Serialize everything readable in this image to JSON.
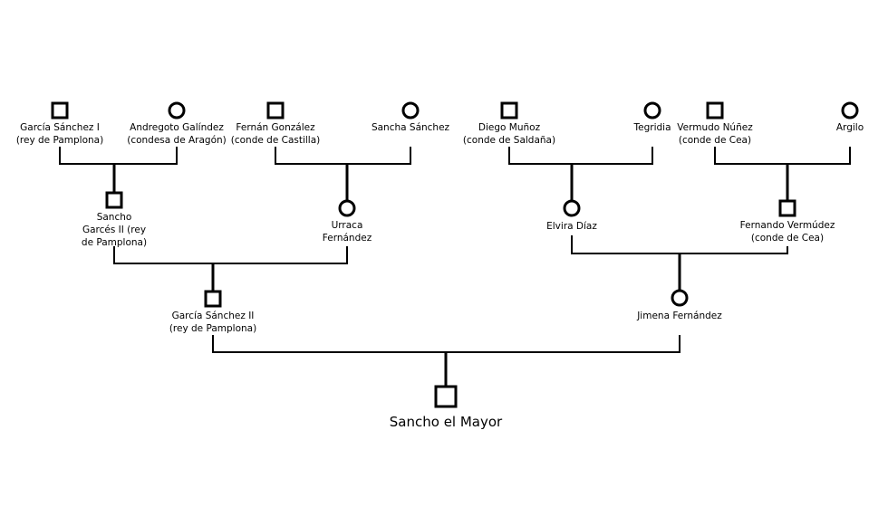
{
  "diagram": {
    "people": {
      "garcia_sanchez_i": {
        "name": "García Sánchez I\n(rey de Pamplona)",
        "sex": "male"
      },
      "andregoto": {
        "name": "Andregoto Galíndez\n(condesa de Aragón)",
        "sex": "female"
      },
      "fernan_gonzalez": {
        "name": "Fernán González\n(conde de Castilla)",
        "sex": "male"
      },
      "sancha_sanchez": {
        "name": "Sancha Sánchez",
        "sex": "female"
      },
      "diego_munoz": {
        "name": "Diego Muñoz\n(conde de Saldaña)",
        "sex": "male"
      },
      "tegridia": {
        "name": "Tegridia",
        "sex": "female"
      },
      "vermudo_nunez": {
        "name": "Vermudo Núñez\n(conde de Cea)",
        "sex": "male"
      },
      "argilo": {
        "name": "Argilo",
        "sex": "female"
      },
      "sancho_garces_ii": {
        "name": "Sancho\nGarcés II (rey\nde Pamplona)",
        "sex": "male"
      },
      "urraca": {
        "name": "Urraca\nFernández",
        "sex": "female"
      },
      "elvira_diaz": {
        "name": "Elvira Díaz",
        "sex": "female"
      },
      "fernando_vermudez": {
        "name": "Fernando Vermúdez\n(conde de Cea)",
        "sex": "male"
      },
      "garcia_sanchez_ii": {
        "name": "García Sánchez II\n(rey de Pamplona)",
        "sex": "male"
      },
      "jimena": {
        "name": "Jimena Fernández",
        "sex": "female"
      },
      "sancho_el_mayor": {
        "name": "Sancho el Mayor",
        "sex": "male"
      }
    },
    "line_color": "#000000"
  }
}
